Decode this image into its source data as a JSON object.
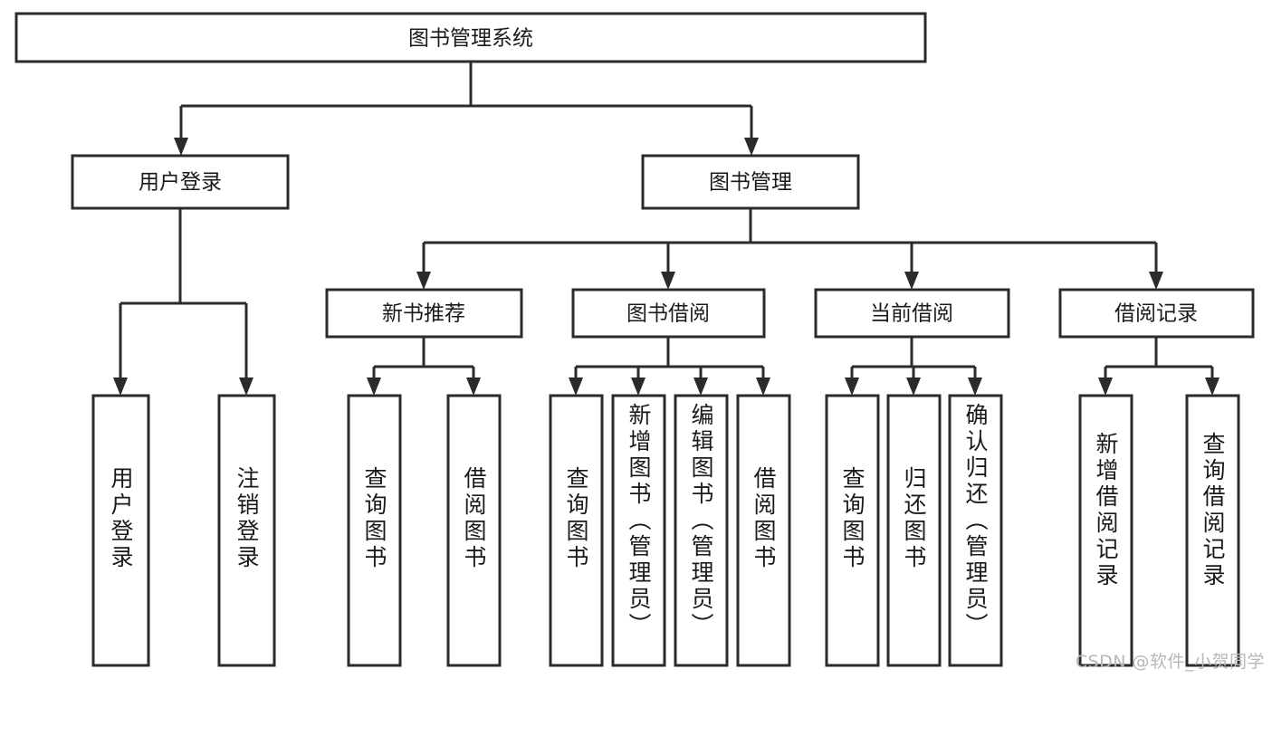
{
  "diagram": {
    "type": "tree",
    "title": "图书管理系统",
    "orientation": "top-down",
    "colors": {
      "box_stroke": "#2b2b2b",
      "box_fill": "#ffffff",
      "text": "#1a1a1a",
      "connector": "#2b2b2b",
      "watermark": "#b8b8b8",
      "background": "#ffffff"
    },
    "root": {
      "label": "图书管理系统",
      "name": "node-root"
    },
    "level2": [
      {
        "label": "用户登录",
        "name": "node-user-login"
      },
      {
        "label": "图书管理",
        "name": "node-book-management"
      }
    ],
    "level3": [
      {
        "label": "新书推荐",
        "name": "node-new-book-recommend"
      },
      {
        "label": "图书借阅",
        "name": "node-book-borrow"
      },
      {
        "label": "当前借阅",
        "name": "node-current-borrow"
      },
      {
        "label": "借阅记录",
        "name": "node-borrow-record"
      }
    ],
    "groups": [
      {
        "parent": "用户登录",
        "name": "group-user-login",
        "leaves": [
          {
            "label": "用户登录",
            "name": "leaf-user-login"
          },
          {
            "label": "注销登录",
            "name": "leaf-user-logout"
          }
        ]
      },
      {
        "parent": "新书推荐",
        "name": "group-new-book-recommend",
        "leaves": [
          {
            "label": "查询图书",
            "name": "leaf-query-book-1"
          },
          {
            "label": "借阅图书",
            "name": "leaf-borrow-book-1"
          }
        ]
      },
      {
        "parent": "图书借阅",
        "name": "group-book-borrow",
        "leaves": [
          {
            "label": "查询图书",
            "name": "leaf-query-book-2"
          },
          {
            "label": "新增图书（管理员）",
            "name": "leaf-add-book-admin"
          },
          {
            "label": "编辑图书（管理员）",
            "name": "leaf-edit-book-admin"
          },
          {
            "label": "借阅图书",
            "name": "leaf-borrow-book-2"
          }
        ]
      },
      {
        "parent": "当前借阅",
        "name": "group-current-borrow",
        "leaves": [
          {
            "label": "查询图书",
            "name": "leaf-query-book-3"
          },
          {
            "label": "归还图书",
            "name": "leaf-return-book"
          },
          {
            "label": "确认归还（管理员）",
            "name": "leaf-confirm-return-admin"
          }
        ]
      },
      {
        "parent": "借阅记录",
        "name": "group-borrow-record",
        "leaves": [
          {
            "label": "新增借阅记录",
            "name": "leaf-add-borrow-record"
          },
          {
            "label": "查询借阅记录",
            "name": "leaf-query-borrow-record"
          }
        ]
      }
    ]
  },
  "watermark": {
    "text": "CSDN @软件_小贺同学"
  }
}
